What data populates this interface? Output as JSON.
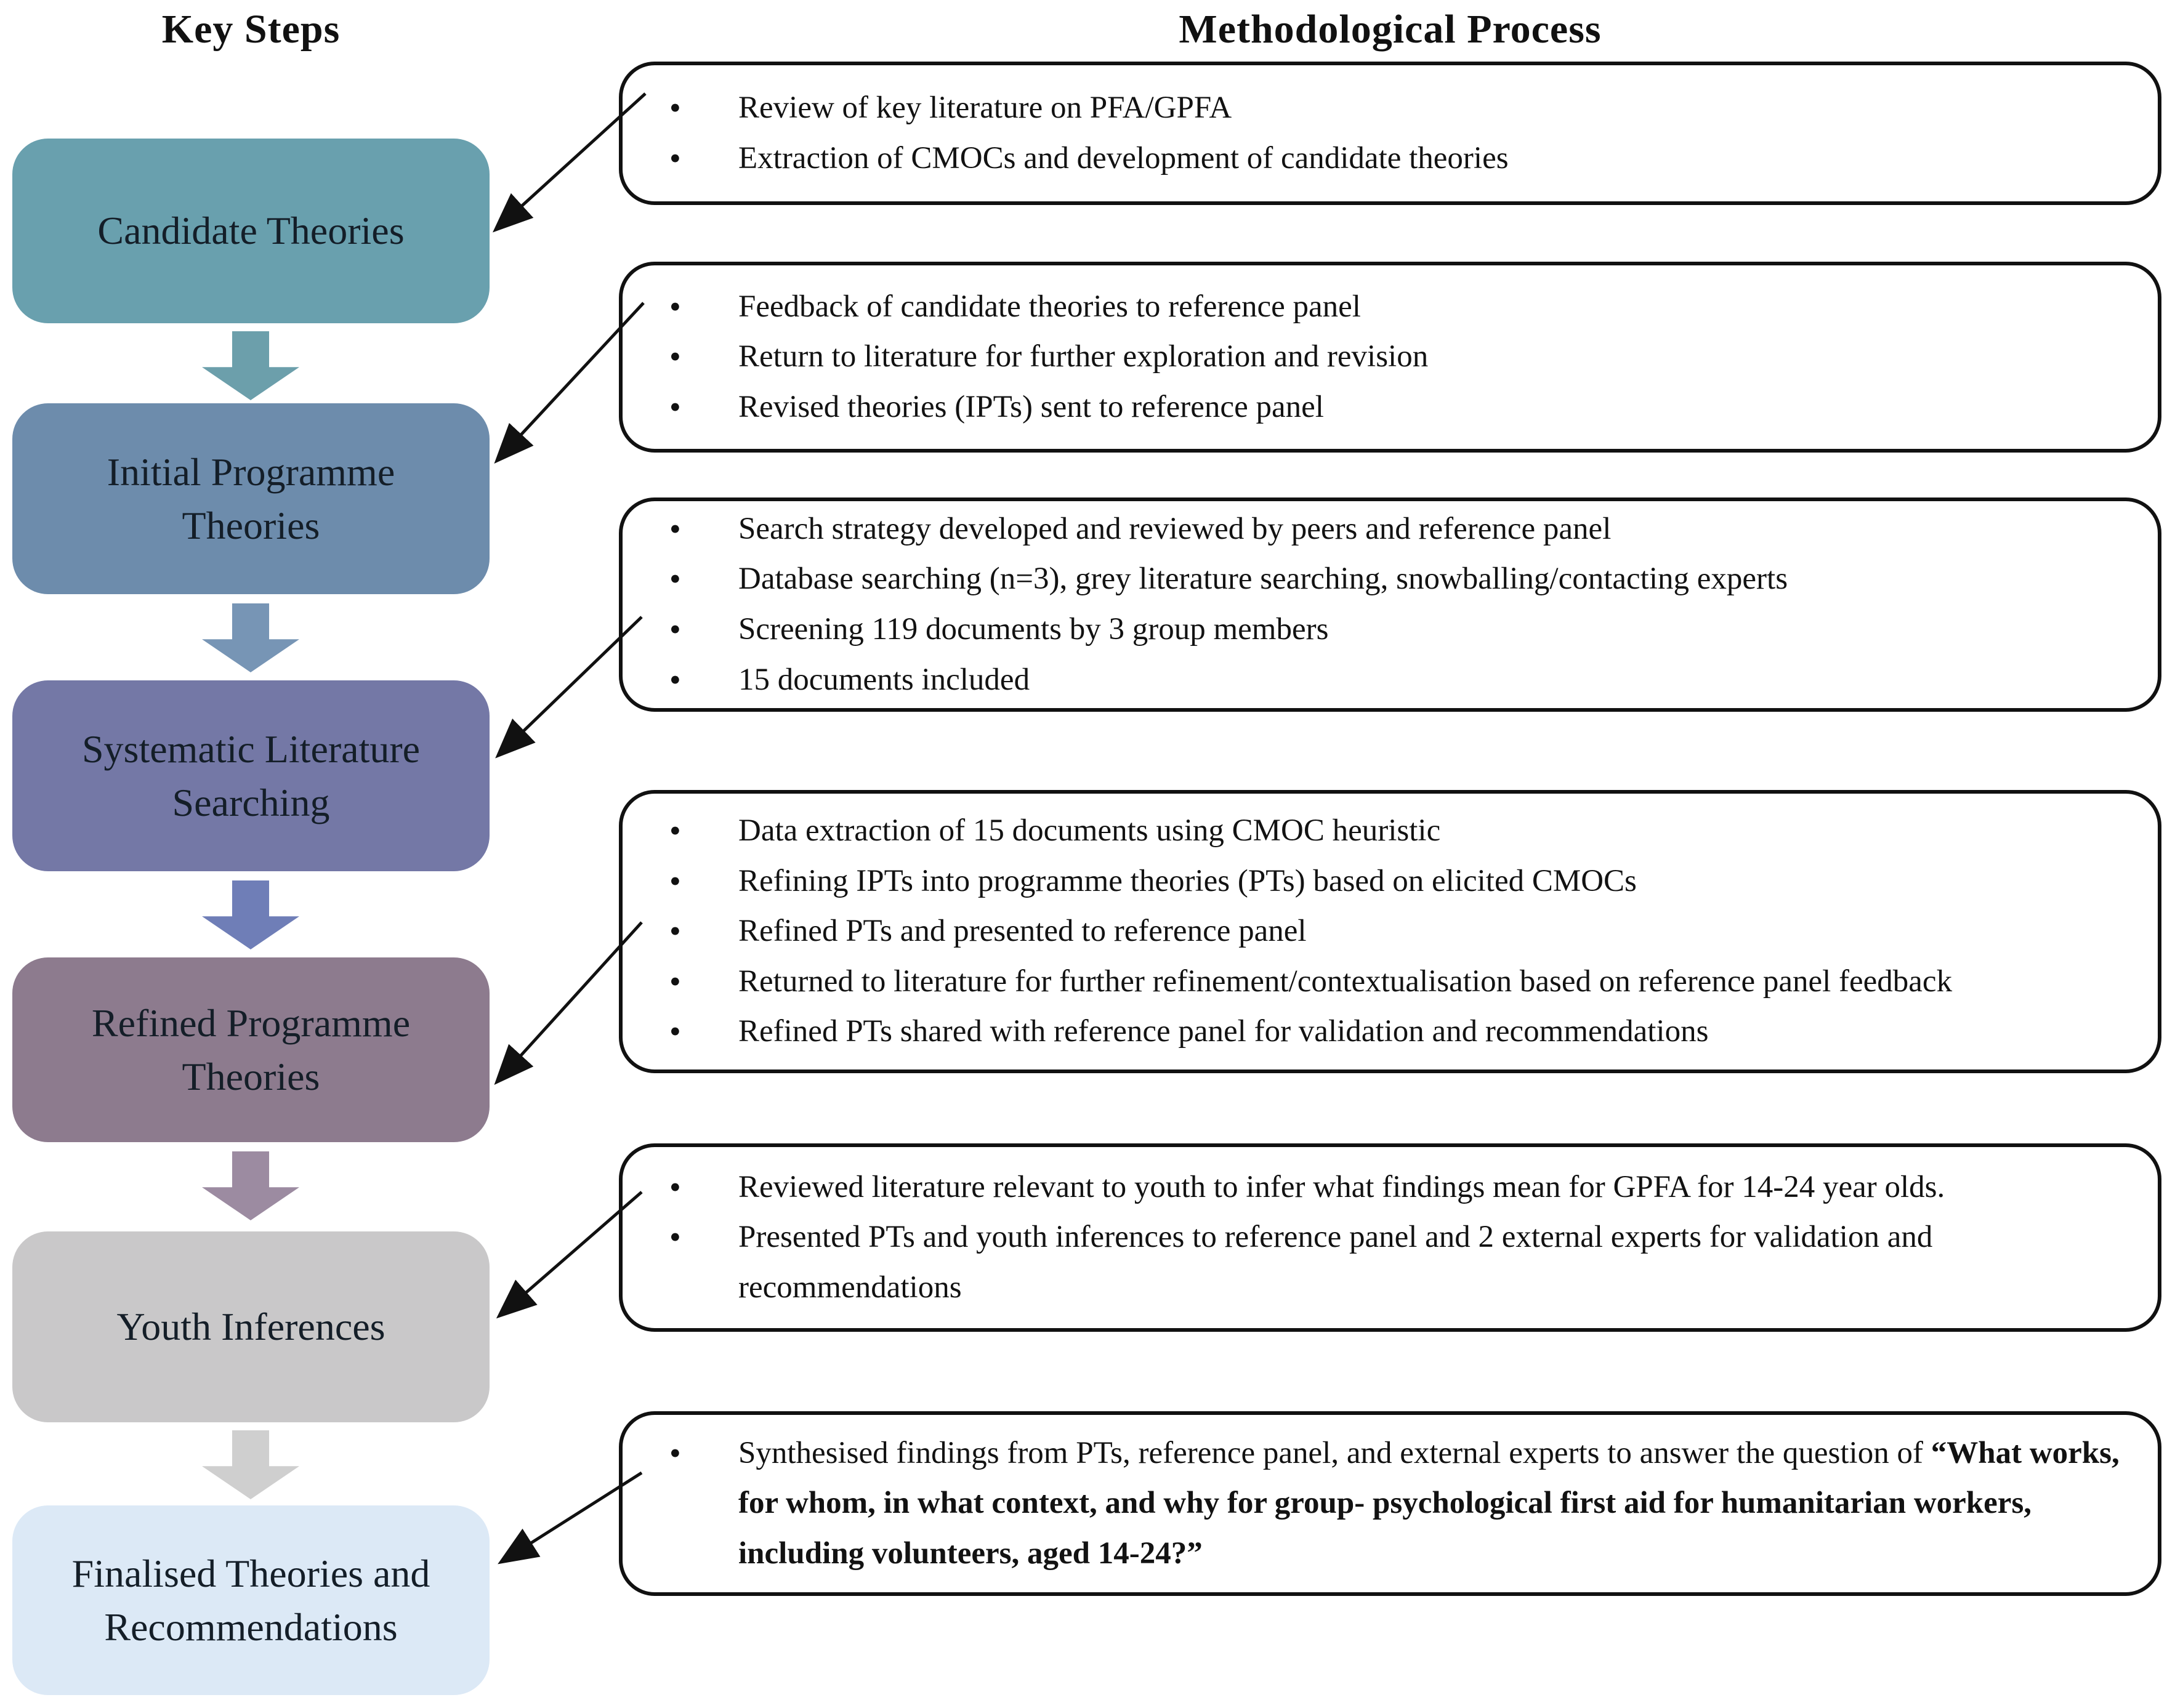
{
  "left_column": {
    "title": "Key Steps",
    "boxes": [
      {
        "label": "Candidate Theories",
        "bg": "#69A0AE"
      },
      {
        "label": "Initial Programme\nTheories",
        "bg": "#6D8CAC"
      },
      {
        "label": "Systematic Literature\nSearching",
        "bg": "#7478A6"
      },
      {
        "label": "Refined Programme\nTheories",
        "bg": "#8D7B8E"
      },
      {
        "label": "Youth Inferences",
        "bg": "#C9C8C9"
      },
      {
        "label": "Finalised Theories and\nRecommendations",
        "bg": "#DCE9F6"
      }
    ],
    "down_arrow_colors": [
      "#6C9FAB",
      "#7795B5",
      "#6F7EB7",
      "#9C8BA1",
      "#CFCFCF"
    ]
  },
  "right_column": {
    "title": "Methodological Process",
    "boxes": [
      {
        "bullets": [
          "Review of key literature on PFA/GPFA",
          "Extraction of CMOCs and development of candidate theories"
        ]
      },
      {
        "bullets": [
          "Feedback of candidate theories to reference panel",
          "Return to literature for further exploration and revision",
          "Revised theories (IPTs) sent to reference panel"
        ]
      },
      {
        "bullets": [
          "Search strategy developed and reviewed by peers and reference panel",
          "Database searching (n=3), grey literature searching, snowballing/contacting experts",
          "Screening 119 documents by 3 group members",
          "15 documents included"
        ]
      },
      {
        "bullets": [
          "Data extraction of 15 documents using CMOC heuristic",
          "Refining IPTs into programme theories (PTs) based on elicited CMOCs",
          "Refined PTs and presented to reference panel",
          "Returned to literature for further refinement/contextualisation based on reference panel feedback",
          "Refined PTs shared with reference panel for validation and recommendations"
        ]
      },
      {
        "bullets": [
          "Reviewed literature relevant to youth to infer what findings mean for GPFA for 14-24 year olds.",
          "Presented PTs and youth inferences to reference panel and 2 external experts for validation and recommendations"
        ]
      },
      {
        "bullets": [
          {
            "runs": [
              {
                "text": "Synthesised findings from PTs, reference panel, and external experts to answer the question of ",
                "bold": false
              },
              {
                "text": "“What works, for whom, in what context, and why for group- psychological first aid for humanitarian workers, including volunteers, aged 14-24?”",
                "bold": true
              }
            ]
          }
        ]
      }
    ]
  },
  "connector_color": "#111111"
}
